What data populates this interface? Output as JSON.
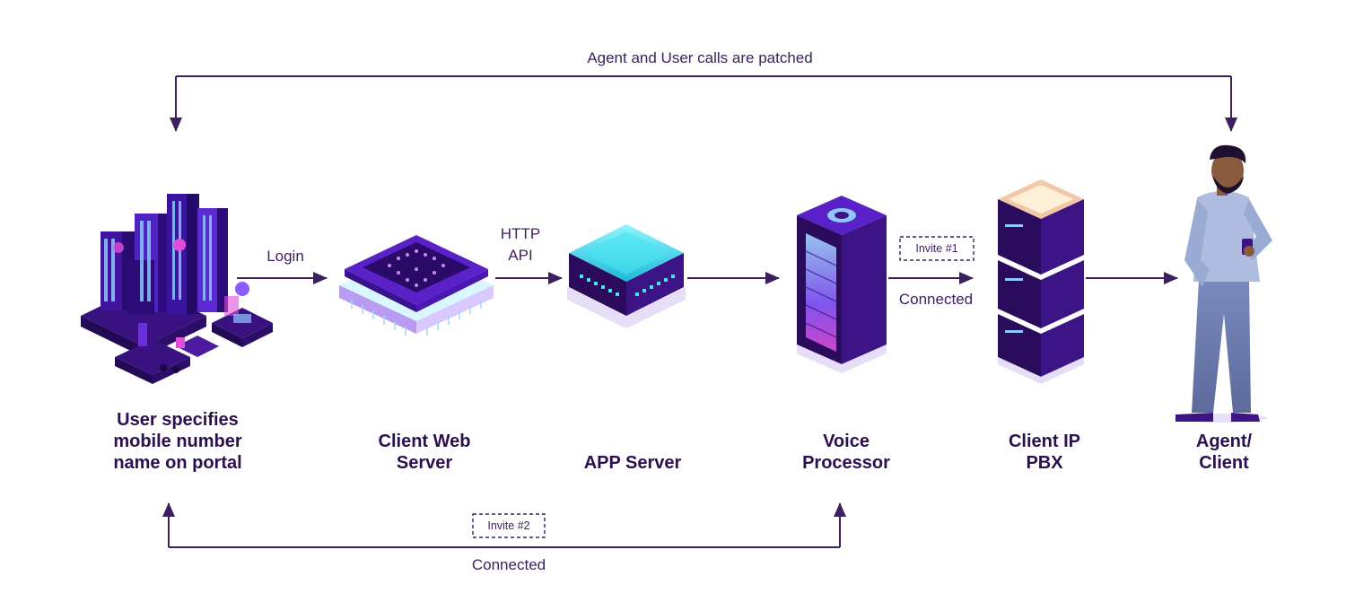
{
  "colors": {
    "line": "#3b1f5e",
    "accent": "#6b2fd9",
    "deep": "#2b0b5c",
    "glow": "#47e4f0",
    "pink": "#e14cd8"
  },
  "top_link": {
    "label": "Agent and User calls are patched"
  },
  "bottom_link": {
    "label": "Connected",
    "invite": "Invite #2"
  },
  "edges": {
    "login": "Login",
    "http_api_line1": "HTTP",
    "http_api_line2": "API",
    "invite1": "Invite #1",
    "connected": "Connected"
  },
  "nodes": {
    "user_portal": {
      "label": "User specifies\nmobile number\nname on portal",
      "icon": "smart-city-icon"
    },
    "client_web_server": {
      "label": "Client Web\nServer",
      "icon": "chip-icon"
    },
    "app_server": {
      "label": "APP Server",
      "icon": "server-block-icon"
    },
    "voice_processor": {
      "label": "Voice\nProcessor",
      "icon": "server-tower-icon"
    },
    "client_ip_pbx": {
      "label": "Client IP\nPBX",
      "icon": "rack-server-icon"
    },
    "agent_client": {
      "label": "Agent/\nClient",
      "icon": "person-icon"
    }
  }
}
